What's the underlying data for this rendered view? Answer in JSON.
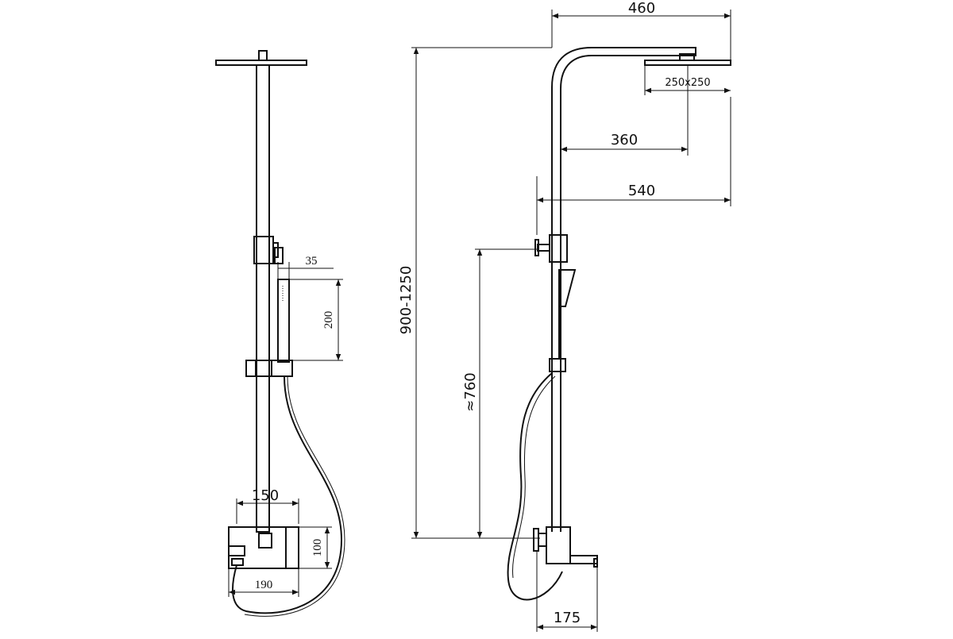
{
  "diagram": {
    "dimensions": {
      "top_width": "460",
      "head_size": "250x250",
      "arm_reach": "360",
      "overall_reach": "540",
      "height_range": "900-1250",
      "hand_shower_length": "200",
      "hand_shower_offset": "35",
      "column_height": "≈760",
      "mixer_width": "150",
      "mixer_height": "100",
      "mixer_depth": "190",
      "spout_length": "175"
    }
  }
}
